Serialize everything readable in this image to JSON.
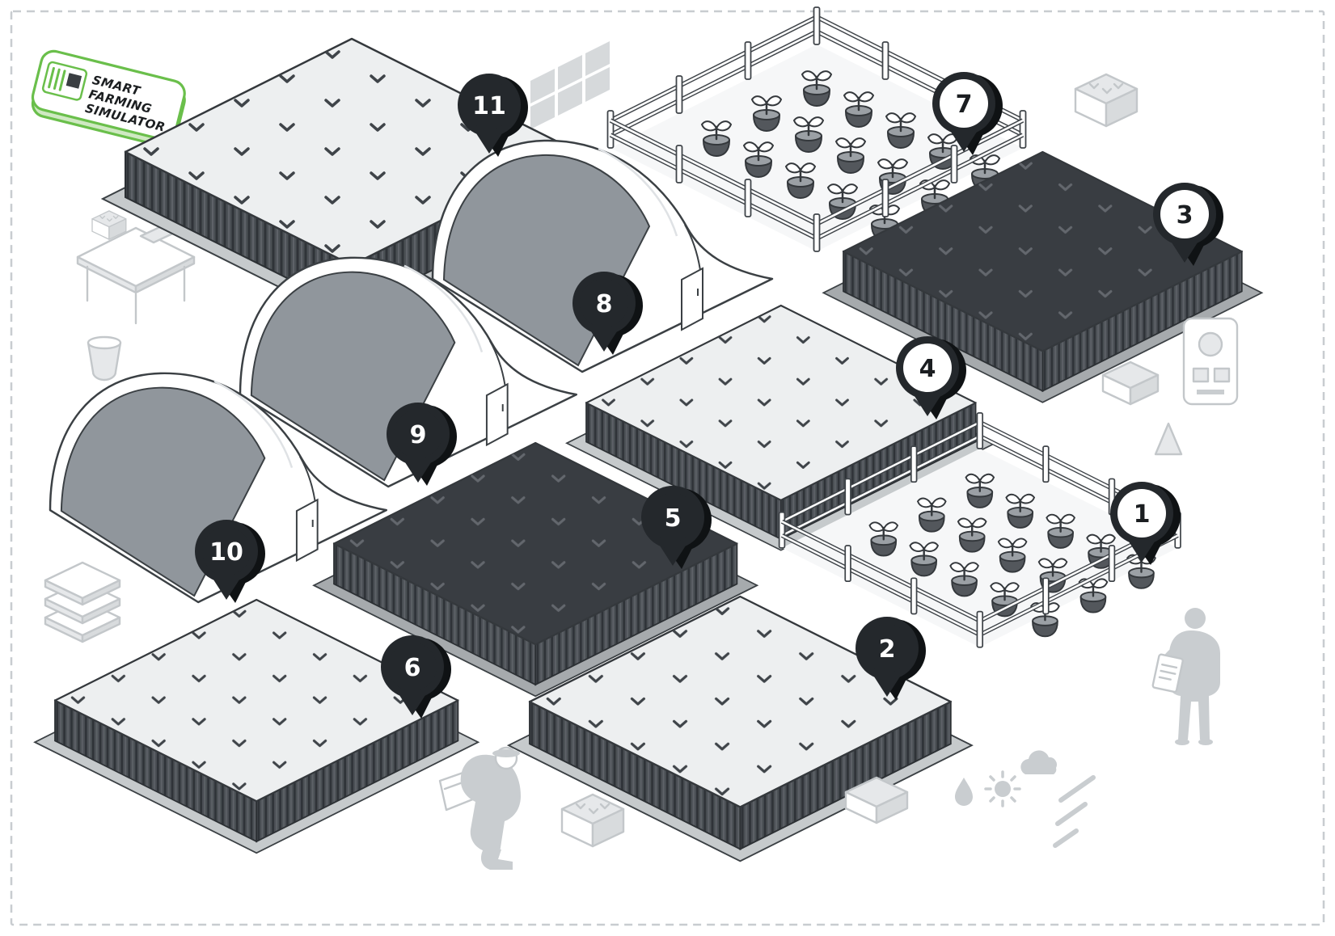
{
  "logo": {
    "line1": "SMART",
    "line2": "FARMING",
    "line3": "SIMULATOR"
  },
  "map": {
    "pins": [
      {
        "number": "1",
        "class": "pin pin-light",
        "plot_type": "fenced seedling pen"
      },
      {
        "number": "2",
        "class": "pin pin-dark",
        "plot_type": "seeded field"
      },
      {
        "number": "3",
        "class": "pin pin-light",
        "plot_type": "dark tilled field"
      },
      {
        "number": "4",
        "class": "pin pin-light",
        "plot_type": "seeded field"
      },
      {
        "number": "5",
        "class": "pin pin-dark",
        "plot_type": "dark tilled field"
      },
      {
        "number": "6",
        "class": "pin pin-dark",
        "plot_type": "seeded field"
      },
      {
        "number": "7",
        "class": "pin pin-light",
        "plot_type": "fenced seedling pen"
      },
      {
        "number": "8",
        "class": "pin pin-dark",
        "plot_type": "greenhouse"
      },
      {
        "number": "9",
        "class": "pin pin-dark",
        "plot_type": "greenhouse"
      },
      {
        "number": "10",
        "class": "pin pin-dark",
        "plot_type": "greenhouse"
      },
      {
        "number": "11",
        "class": "pin pin-dark",
        "plot_type": "seeded field"
      }
    ]
  },
  "colors": {
    "accent_green": "#6abf4b",
    "pin_dark": "#24282c",
    "field_light_top": "#edeff0",
    "field_dark_top": "#393d42",
    "decoration_gray": "#c9cdd0"
  },
  "decorations": [
    "window-panes",
    "seedling-crate",
    "work-table",
    "bucket",
    "seed-trays",
    "irrigation-machine",
    "storage-box",
    "cone-marker",
    "farmer-with-clipboard",
    "beekeeper-with-box",
    "harvest-crate",
    "produce-box",
    "raindrop-icon",
    "sun-icon",
    "cloud-icon",
    "rain-streaks"
  ]
}
